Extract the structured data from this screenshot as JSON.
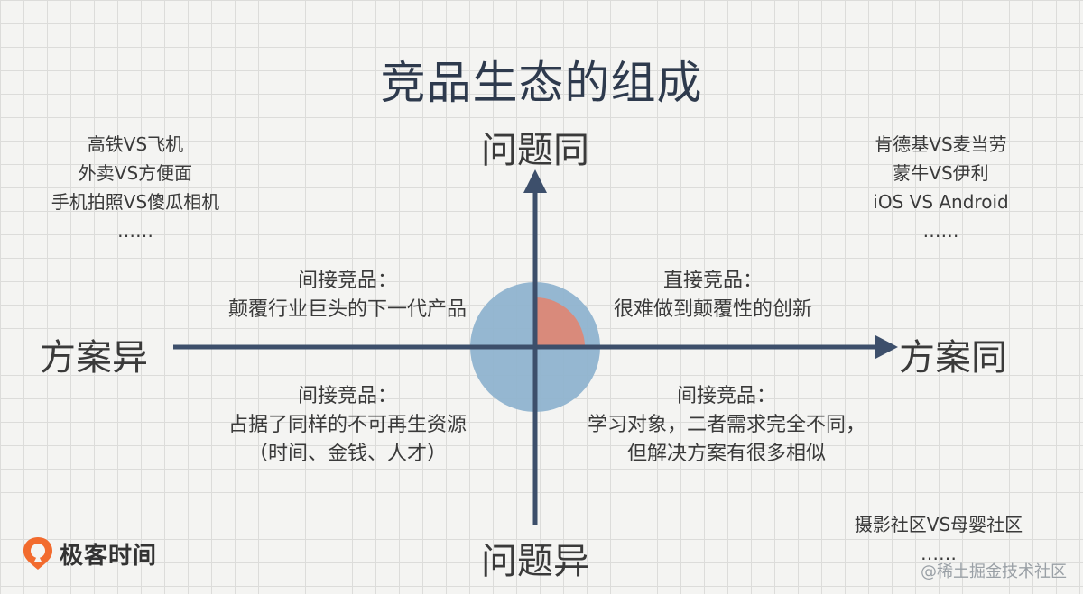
{
  "title": "竞品生态的组成",
  "axes": {
    "top": "问题同",
    "bottom": "问题异",
    "left": "方案异",
    "right": "方案同"
  },
  "examples_top_left": [
    "高铁VS飞机",
    "外卖VS方便面",
    "手机拍照VS傻瓜相机",
    "……"
  ],
  "examples_top_right": [
    "肯德基VS麦当劳",
    "蒙牛VS伊利",
    "iOS VS Android",
    "……"
  ],
  "examples_bottom_right": [
    "摄影社区VS母婴社区",
    "……"
  ],
  "quadrants": {
    "top_left": [
      "间接竞品：",
      "颠覆行业巨头的下一代产品"
    ],
    "top_right": [
      "直接竞品：",
      "很难做到颠覆性的创新"
    ],
    "bottom_left": [
      "间接竞品：",
      "占据了同样的不可再生资源",
      "（时间、金钱、人才）"
    ],
    "bottom_right": [
      "间接竞品：",
      "学习对象，二者需求完全不同，",
      "但解决方案有很多相似"
    ]
  },
  "logo": {
    "text": "极客时间",
    "icon": "geektime-logo-icon",
    "color": "#f26b2e"
  },
  "watermark": "@稀土掘金技术社区",
  "colors": {
    "axis": "#3d4f6b",
    "circle_blue": "#8fb3cf",
    "circle_red": "#d98a7b",
    "title": "#2e3a4d"
  }
}
